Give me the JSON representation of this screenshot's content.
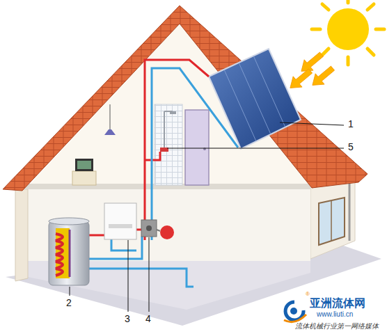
{
  "diagram": {
    "labels": [
      "1",
      "5",
      "2",
      "3",
      "4",
      "®",
      "亚洲流体网",
      "www.liuti.cn",
      "流体机械行业第一网络媒体"
    ]
  }
}
